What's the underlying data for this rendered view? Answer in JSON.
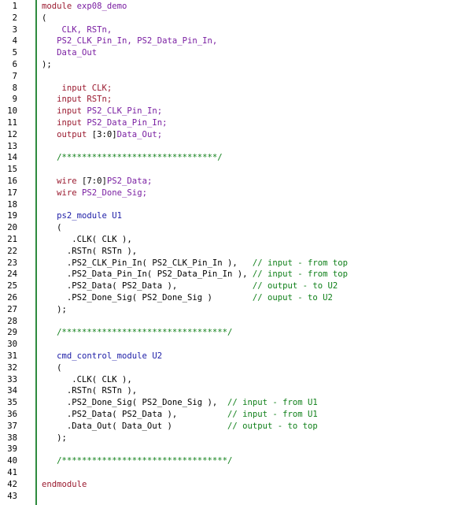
{
  "lines": [
    {
      "n": "1",
      "tokens": [
        {
          "t": "module ",
          "c": "kw"
        },
        {
          "t": "exp08_demo",
          "c": "nm"
        }
      ]
    },
    {
      "n": "2",
      "tokens": [
        {
          "t": "(",
          "c": "pl"
        }
      ]
    },
    {
      "n": "3",
      "tokens": [
        {
          "t": "    CLK, RSTn,",
          "c": "nm"
        }
      ]
    },
    {
      "n": "4",
      "tokens": [
        {
          "t": "   PS2_CLK_Pin_In, PS2_Data_Pin_In,",
          "c": "nm"
        }
      ]
    },
    {
      "n": "5",
      "tokens": [
        {
          "t": "   Data_Out",
          "c": "nm"
        }
      ]
    },
    {
      "n": "6",
      "tokens": [
        {
          "t": ");",
          "c": "pl"
        }
      ]
    },
    {
      "n": "7",
      "tokens": []
    },
    {
      "n": "8",
      "tokens": [
        {
          "t": "    input ",
          "c": "kw"
        },
        {
          "t": "CLK;",
          "c": "kw"
        }
      ]
    },
    {
      "n": "9",
      "tokens": [
        {
          "t": "   input ",
          "c": "kw"
        },
        {
          "t": "RSTn;",
          "c": "kw"
        }
      ]
    },
    {
      "n": "10",
      "tokens": [
        {
          "t": "   input ",
          "c": "kw"
        },
        {
          "t": "PS2_CLK_Pin_In;",
          "c": "nm"
        }
      ]
    },
    {
      "n": "11",
      "tokens": [
        {
          "t": "   input ",
          "c": "kw"
        },
        {
          "t": "PS2_Data_Pin_In;",
          "c": "nm"
        }
      ]
    },
    {
      "n": "12",
      "tokens": [
        {
          "t": "   output ",
          "c": "kw"
        },
        {
          "t": "[3:0]",
          "c": "pl"
        },
        {
          "t": "Data_Out;",
          "c": "nm"
        }
      ]
    },
    {
      "n": "13",
      "tokens": []
    },
    {
      "n": "14",
      "tokens": [
        {
          "t": "   /*******************************/",
          "c": "cm"
        }
      ]
    },
    {
      "n": "15",
      "tokens": []
    },
    {
      "n": "16",
      "tokens": [
        {
          "t": "   wire ",
          "c": "kw"
        },
        {
          "t": "[7:0]",
          "c": "pl"
        },
        {
          "t": "PS2_Data;",
          "c": "nm"
        }
      ]
    },
    {
      "n": "17",
      "tokens": [
        {
          "t": "   wire ",
          "c": "kw"
        },
        {
          "t": "PS2_Done_Sig;",
          "c": "nm"
        }
      ]
    },
    {
      "n": "18",
      "tokens": []
    },
    {
      "n": "19",
      "tokens": [
        {
          "t": "   ps2_module ",
          "c": "tp"
        },
        {
          "t": "U1",
          "c": "tp"
        }
      ]
    },
    {
      "n": "20",
      "tokens": [
        {
          "t": "   (",
          "c": "pl"
        }
      ]
    },
    {
      "n": "21",
      "tokens": [
        {
          "t": "      .CLK( CLK ),",
          "c": "pl"
        }
      ]
    },
    {
      "n": "22",
      "tokens": [
        {
          "t": "     .RSTn( RSTn ),",
          "c": "pl"
        }
      ]
    },
    {
      "n": "23",
      "tokens": [
        {
          "t": "     .PS2_CLK_Pin_In( PS2_CLK_Pin_In ),   ",
          "c": "pl"
        },
        {
          "t": "// input - from top",
          "c": "cm"
        }
      ]
    },
    {
      "n": "24",
      "tokens": [
        {
          "t": "     .PS2_Data_Pin_In( PS2_Data_Pin_In ), ",
          "c": "pl"
        },
        {
          "t": "// input - from top",
          "c": "cm"
        }
      ]
    },
    {
      "n": "25",
      "tokens": [
        {
          "t": "     .PS2_Data( PS2_Data ),               ",
          "c": "pl"
        },
        {
          "t": "// output - to U2",
          "c": "cm"
        }
      ]
    },
    {
      "n": "26",
      "tokens": [
        {
          "t": "     .PS2_Done_Sig( PS2_Done_Sig )        ",
          "c": "pl"
        },
        {
          "t": "// ouput - to U2",
          "c": "cm"
        }
      ]
    },
    {
      "n": "27",
      "tokens": [
        {
          "t": "   );",
          "c": "pl"
        }
      ]
    },
    {
      "n": "28",
      "tokens": []
    },
    {
      "n": "29",
      "tokens": [
        {
          "t": "   /*********************************/",
          "c": "cm"
        }
      ]
    },
    {
      "n": "30",
      "tokens": []
    },
    {
      "n": "31",
      "tokens": [
        {
          "t": "   cmd_control_module ",
          "c": "tp"
        },
        {
          "t": "U2",
          "c": "tp"
        }
      ]
    },
    {
      "n": "32",
      "tokens": [
        {
          "t": "   (",
          "c": "pl"
        }
      ]
    },
    {
      "n": "33",
      "tokens": [
        {
          "t": "      .CLK( CLK ),",
          "c": "pl"
        }
      ]
    },
    {
      "n": "34",
      "tokens": [
        {
          "t": "     .RSTn( RSTn ),",
          "c": "pl"
        }
      ]
    },
    {
      "n": "35",
      "tokens": [
        {
          "t": "     .PS2_Done_Sig( PS2_Done_Sig ),  ",
          "c": "pl"
        },
        {
          "t": "// input - from U1",
          "c": "cm"
        }
      ]
    },
    {
      "n": "36",
      "tokens": [
        {
          "t": "     .PS2_Data( PS2_Data ),          ",
          "c": "pl"
        },
        {
          "t": "// input - from U1",
          "c": "cm"
        }
      ]
    },
    {
      "n": "37",
      "tokens": [
        {
          "t": "     .Data_Out( Data_Out )           ",
          "c": "pl"
        },
        {
          "t": "// output - to top",
          "c": "cm"
        }
      ]
    },
    {
      "n": "38",
      "tokens": [
        {
          "t": "   );",
          "c": "pl"
        }
      ]
    },
    {
      "n": "39",
      "tokens": []
    },
    {
      "n": "40",
      "tokens": [
        {
          "t": "   /*********************************/",
          "c": "cm"
        }
      ]
    },
    {
      "n": "41",
      "tokens": []
    },
    {
      "n": "42",
      "tokens": [
        {
          "t": "endmodule",
          "c": "kw"
        }
      ]
    },
    {
      "n": "43",
      "tokens": []
    }
  ]
}
